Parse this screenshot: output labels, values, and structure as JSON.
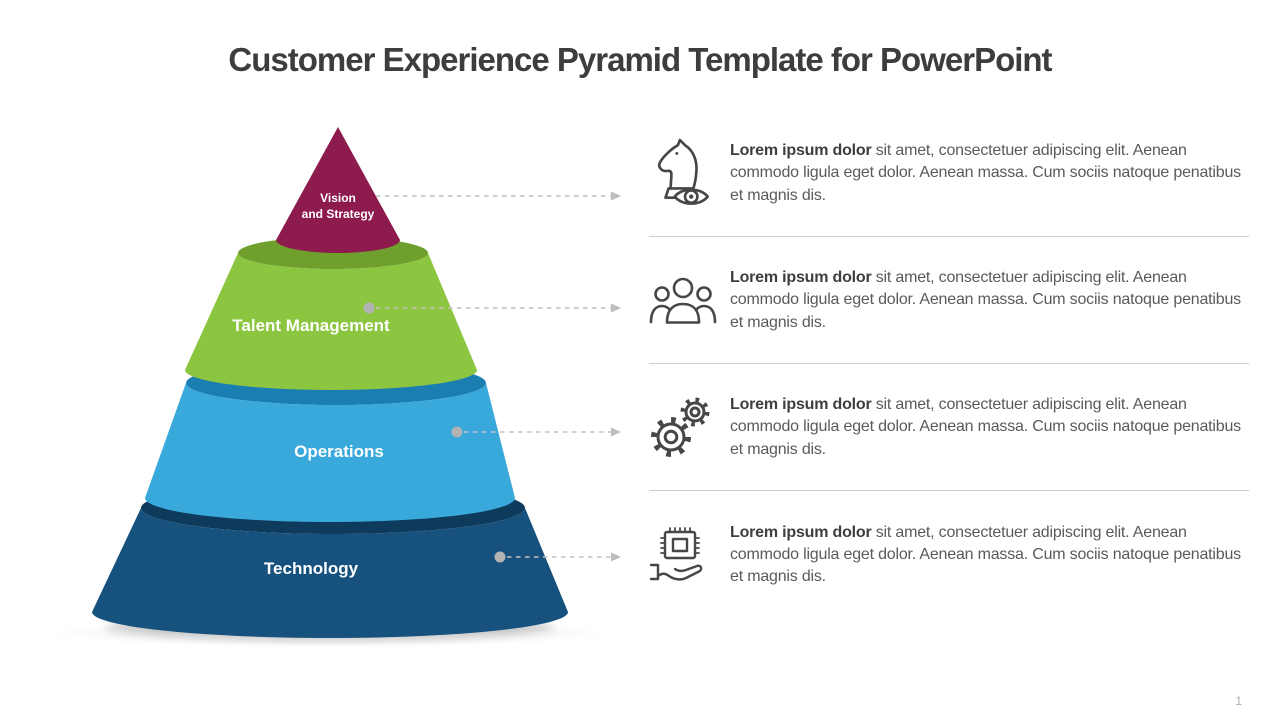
{
  "slide": {
    "title": "Customer Experience Pyramid Template for PowerPoint",
    "page_number": "1"
  },
  "pyramid": {
    "layers": [
      {
        "label": "Vision and Strategy",
        "label_lines": [
          "Vision",
          "and Strategy"
        ],
        "color": "#8E1B4D",
        "top_color": "#7A1040"
      },
      {
        "label": "Talent Management",
        "color": "#8CC540",
        "top_color": "#6FA02E"
      },
      {
        "label": "Operations",
        "color": "#39A9DC",
        "top_color": "#1A7FB0"
      },
      {
        "label": "Technology",
        "color": "#17527E",
        "top_color": "#0E3A5C"
      }
    ],
    "connector_color": "#c2c2c2",
    "dot_color": "#b3b3b3"
  },
  "sections": [
    {
      "icon": "strategy-knight-eye-icon",
      "lead": "Lorem ipsum dolor",
      "body": "sit amet, consectetuer adipiscing elit. Aenean commodo ligula eget dolor. Aenean massa. Cum sociis natoque penatibus et magnis dis."
    },
    {
      "icon": "team-people-icon",
      "lead": "Lorem ipsum dolor",
      "body": "sit amet, consectetuer adipiscing elit. Aenean commodo ligula eget dolor. Aenean massa. Cum sociis natoque penatibus et magnis dis."
    },
    {
      "icon": "gears-icon",
      "lead": "Lorem ipsum dolor",
      "body": "sit amet, consectetuer adipiscing elit. Aenean commodo ligula eget dolor. Aenean massa. Cum sociis natoque penatibus et magnis dis."
    },
    {
      "icon": "chip-hand-icon",
      "lead": "Lorem ipsum dolor",
      "body": "sit amet, consectetuer adipiscing elit. Aenean commodo ligula eget dolor. Aenean massa. Cum sociis natoque penatibus et magnis dis."
    }
  ]
}
